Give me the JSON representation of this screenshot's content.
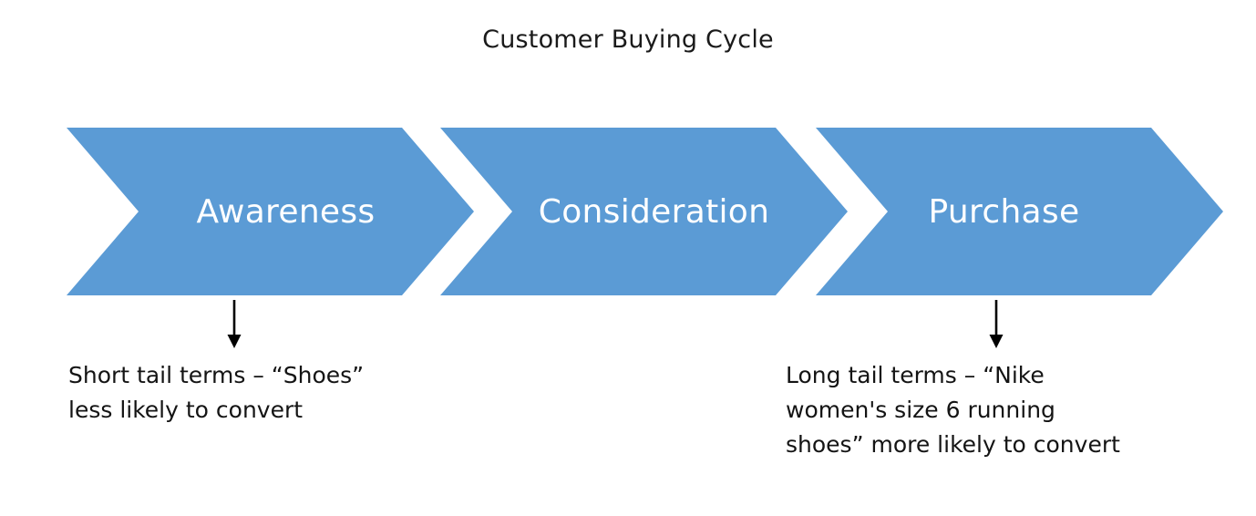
{
  "diagram": {
    "title": "Customer Buying Cycle",
    "accent_color": "#5B9BD5",
    "label_color": "#FFFFFF",
    "text_color": "#141414",
    "background_color": "#FFFFFF"
  },
  "stages": [
    {
      "label": "Awareness"
    },
    {
      "label": "Consideration"
    },
    {
      "label": "Purchase"
    }
  ],
  "annotations": [
    {
      "stage": "Awareness",
      "lines": [
        "Short tail terms – “Shoes”",
        "less likely to convert"
      ]
    },
    {
      "stage": "Purchase",
      "lines": [
        "Long tail terms – “Nike",
        "women's size 6 running",
        "shoes” more likely to convert"
      ]
    }
  ]
}
